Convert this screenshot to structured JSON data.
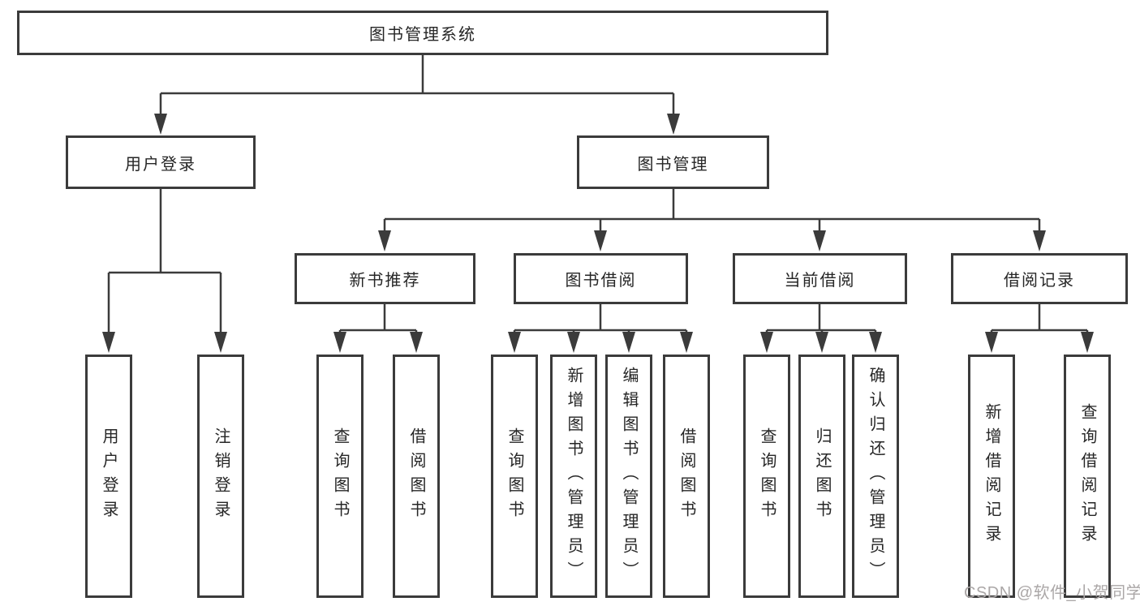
{
  "diagram": {
    "root": "图书管理系统",
    "branches": [
      {
        "label": "用户登录",
        "children": [
          "用户登录",
          "注销登录"
        ]
      },
      {
        "label": "图书管理",
        "subBranches": [
          {
            "label": "新书推荐",
            "children": [
              "查询图书",
              "借阅图书"
            ]
          },
          {
            "label": "图书借阅",
            "children": [
              "查询图书",
              "新增图书（管理员）",
              "编辑图书（管理员）",
              "借阅图书"
            ]
          },
          {
            "label": "当前借阅",
            "children": [
              "查询图书",
              "归还图书",
              "确认归还（管理员）"
            ]
          },
          {
            "label": "借阅记录",
            "children": [
              "新增借阅记录",
              "查询借阅记录"
            ]
          }
        ]
      }
    ]
  },
  "watermark": "CSDN @软件_小贺同学",
  "colors": {
    "line": "#3b3b3b",
    "text": "#262626",
    "watermark": "#aba7a7",
    "background": "#ffffff"
  }
}
